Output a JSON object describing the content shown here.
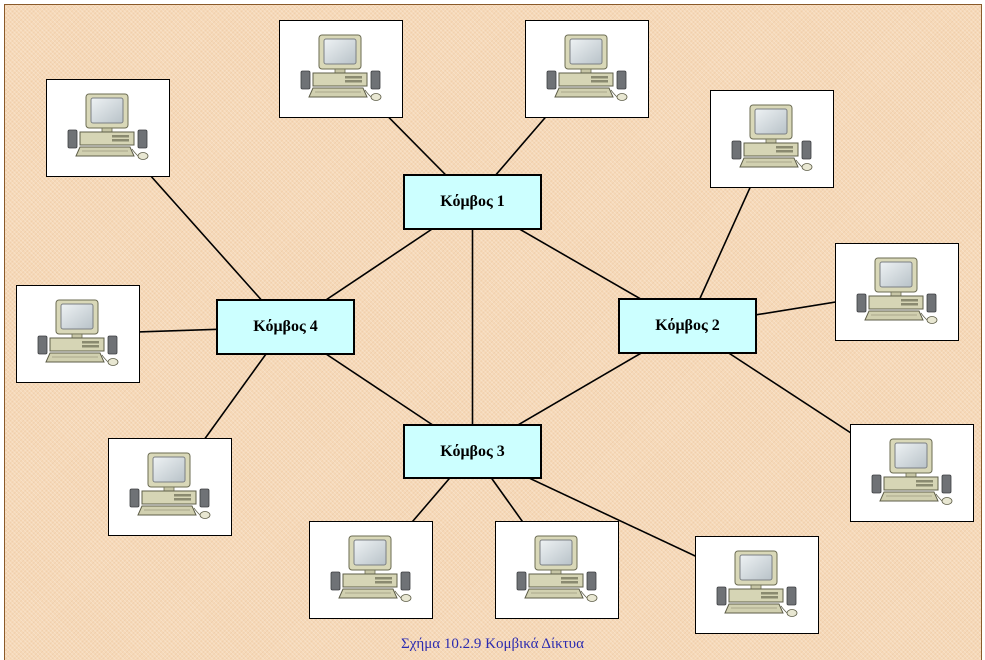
{
  "diagram": {
    "type": "network-topology",
    "nodes": [
      {
        "id": "n1",
        "label": "Κόμβος 1"
      },
      {
        "id": "n2",
        "label": "Κόμβος 2"
      },
      {
        "id": "n3",
        "label": "Κόμβος 3"
      },
      {
        "id": "n4",
        "label": "Κόμβος 4"
      }
    ],
    "computers": [
      {
        "id": "c1",
        "icon": "desktop-computer-icon"
      },
      {
        "id": "c2",
        "icon": "desktop-computer-icon"
      },
      {
        "id": "c3",
        "icon": "desktop-computer-icon"
      },
      {
        "id": "c4",
        "icon": "desktop-computer-icon"
      },
      {
        "id": "c5",
        "icon": "desktop-computer-icon"
      },
      {
        "id": "c6",
        "icon": "desktop-computer-icon"
      },
      {
        "id": "c7",
        "icon": "desktop-computer-icon"
      },
      {
        "id": "c8",
        "icon": "desktop-computer-icon"
      },
      {
        "id": "c9",
        "icon": "desktop-computer-icon"
      },
      {
        "id": "c10",
        "icon": "desktop-computer-icon"
      },
      {
        "id": "c11",
        "icon": "desktop-computer-icon"
      },
      {
        "id": "c12",
        "icon": "desktop-computer-icon"
      }
    ],
    "links": [
      [
        "c1",
        "n1"
      ],
      [
        "c2",
        "n1"
      ],
      [
        "n1",
        "n4"
      ],
      [
        "n1",
        "n2"
      ],
      [
        "n1",
        "n3"
      ],
      [
        "n4",
        "n3"
      ],
      [
        "n2",
        "n3"
      ],
      [
        "c3",
        "n4"
      ],
      [
        "c4",
        "n4"
      ],
      [
        "c5",
        "n4"
      ],
      [
        "c6",
        "n2"
      ],
      [
        "c7",
        "n2"
      ],
      [
        "c8",
        "n2"
      ],
      [
        "c9",
        "n3"
      ],
      [
        "c10",
        "n3"
      ],
      [
        "c11",
        "n3"
      ]
    ],
    "colors": {
      "background": "#f6d9b8",
      "node_fill": "#ccffff",
      "caption": "#2b2bb0",
      "line": "#000000"
    },
    "caption": "Σχήμα 10.2.9  Κομβικά Δίκτυα"
  }
}
